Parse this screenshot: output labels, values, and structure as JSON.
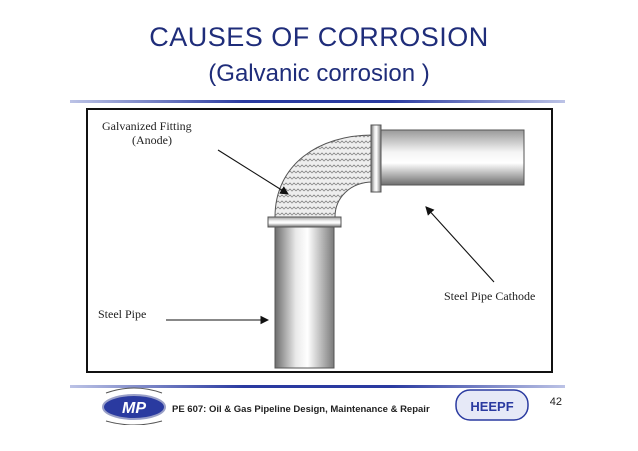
{
  "slide": {
    "title": "CAUSES OF CORROSION",
    "subtitle": "(Galvanic corrosion )"
  },
  "figure": {
    "labels": {
      "fitting_line1": "Galvanized Fitting",
      "fitting_line2": "(Anode)",
      "cathode": "Steel Pipe Cathode",
      "steel_pipe": "Steel Pipe"
    }
  },
  "footer": {
    "course": "PE 607: Oil & Gas Pipeline Design, Maintenance & Repair",
    "page_number": "42",
    "left_logo_text": "MP",
    "right_logo_text": "HEEPF"
  },
  "colors": {
    "title": "#1f2d7a",
    "rule": "#2a3aa0"
  }
}
